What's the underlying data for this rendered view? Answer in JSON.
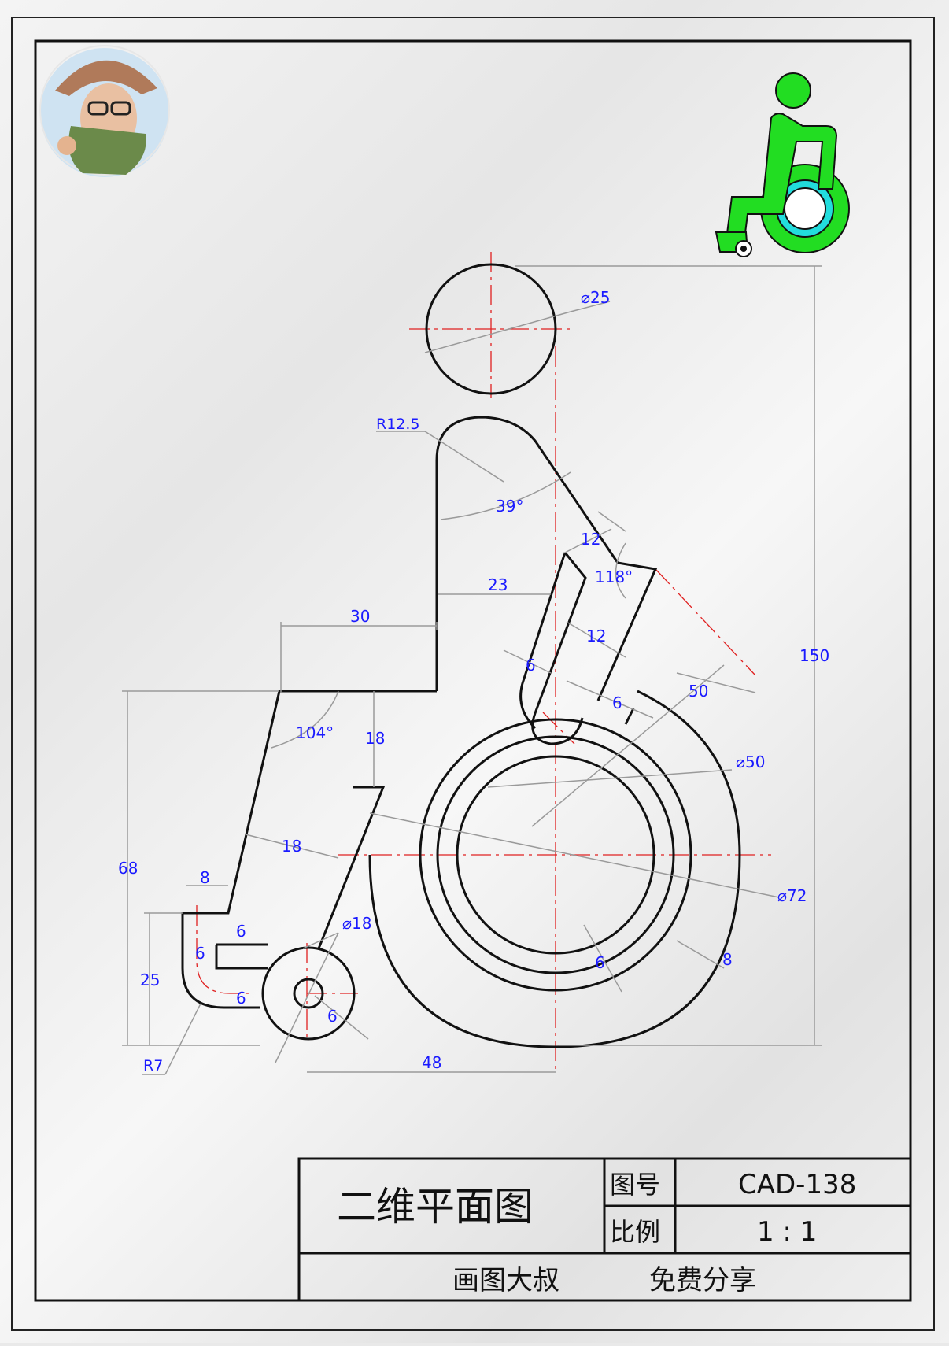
{
  "drawing": {
    "dimensions": {
      "d_head": "⌀25",
      "r_shoulder": "R12.5",
      "angle_back": "39°",
      "w_arm_top": "12",
      "angle_arm": "118°",
      "w_23": "23",
      "w_arm": "12",
      "w_30": "30",
      "gap_6a": "6",
      "len_50": "50",
      "gap_6b": "6",
      "h_150": "150",
      "angle_104": "104°",
      "h_18": "18",
      "d_wheel_inner": "⌀50",
      "w_18": "18",
      "h_68": "68",
      "w_8": "8",
      "d_wheel_outer": "⌀72",
      "d_caster": "⌀18",
      "foot_6a": "6",
      "foot_6b": "6",
      "foot_6c": "6",
      "h_25": "25",
      "ring_6": "6",
      "ring_8": "8",
      "caster_6": "6",
      "r_7": "R7",
      "w_48": "48"
    }
  },
  "title_block": {
    "title": "二维平面图",
    "drawing_no_label": "图号",
    "drawing_no": "CAD-138",
    "scale_label": "比例",
    "scale": "1 : 1",
    "author": "画图大叔",
    "note": "免费分享"
  },
  "colors": {
    "dimension_text": "#1a1aff",
    "centerline": "#e02020",
    "icon_green": "#22dd22",
    "icon_cyan": "#22dddd"
  }
}
